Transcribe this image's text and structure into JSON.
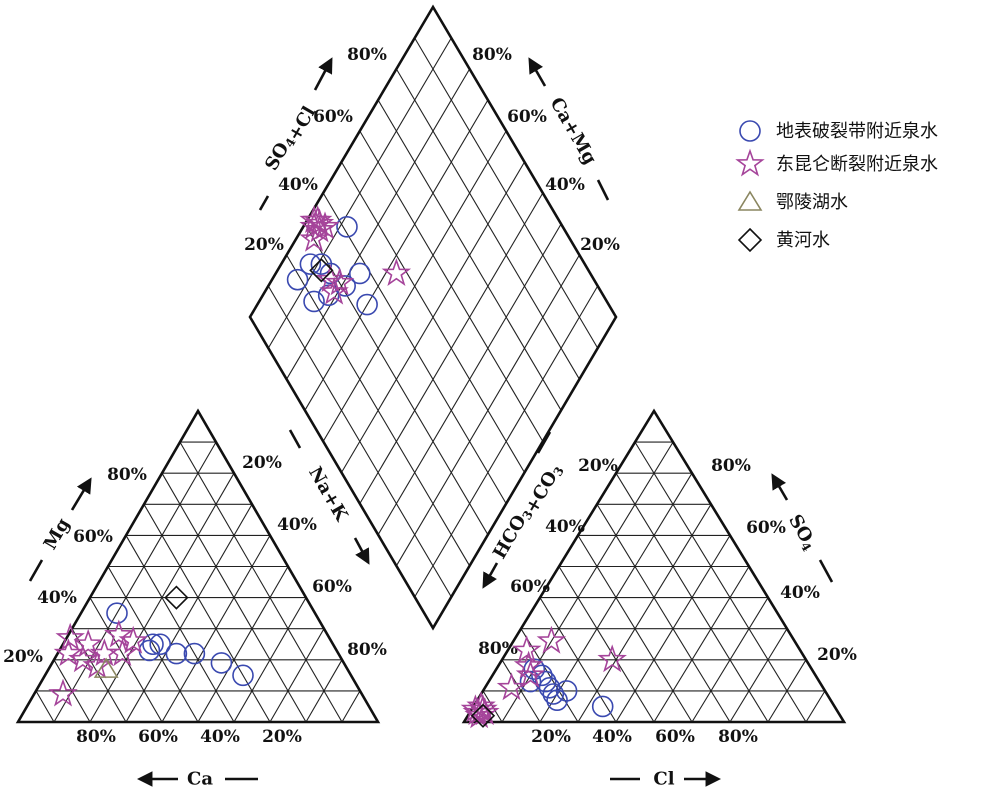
{
  "chart_data": {
    "type": "scatter",
    "subtype": "piper-trilinear",
    "legend": {
      "placement": "top-right",
      "entries": [
        {
          "key": "surface",
          "label": "地表破裂带附近泉水",
          "marker": "circle",
          "color": "#3a49b0"
        },
        {
          "key": "kunlun",
          "label": "东昆仑断裂附近泉水",
          "marker": "star",
          "color": "#a5449a"
        },
        {
          "key": "lake",
          "label": "鄂陵湖水",
          "marker": "triangle",
          "color": "#8a8660"
        },
        {
          "key": "river",
          "label": "黄河水",
          "marker": "diamond",
          "color": "#111111"
        }
      ]
    },
    "cation_triangle": {
      "bottom_axis": {
        "label": "Ca",
        "arrow": "left",
        "ticks": [
          "80%",
          "60%",
          "40%",
          "20%"
        ]
      },
      "left_axis": {
        "label": "Mg",
        "arrow": "up",
        "ticks": [
          "20%",
          "40%",
          "60%",
          "80%"
        ]
      },
      "right_axis": {
        "label": "Na+K",
        "arrow": "down",
        "ticks": [
          "20%",
          "40%",
          "60%",
          "80%"
        ]
      }
    },
    "anion_triangle": {
      "bottom_axis": {
        "label": "Cl",
        "arrow": "right",
        "ticks": [
          "20%",
          "40%",
          "60%",
          "80%"
        ]
      },
      "left_axis": {
        "label": "HCO3+CO3",
        "label_parts": [
          {
            "t": "HCO"
          },
          {
            "t": "3",
            "sub": true
          },
          {
            "t": "+CO"
          },
          {
            "t": "3",
            "sub": true
          }
        ],
        "arrow": "down",
        "ticks": [
          "20%",
          "40%",
          "60%",
          "80%"
        ]
      },
      "right_axis": {
        "label": "SO4",
        "label_parts": [
          {
            "t": "SO"
          },
          {
            "t": "4",
            "sub": true
          }
        ],
        "arrow": "up",
        "ticks": [
          "80%",
          "60%",
          "40%",
          "20%"
        ]
      }
    },
    "diamond": {
      "left_axis": {
        "label": "SO4+Cl",
        "label_parts": [
          {
            "t": "SO"
          },
          {
            "t": "4",
            "sub": true
          },
          {
            "t": "+Cl"
          }
        ],
        "arrow": "up",
        "ticks": [
          "20%",
          "40%",
          "60%",
          "80%"
        ]
      },
      "right_axis": {
        "label": "Ca+Mg",
        "arrow": "up",
        "ticks": [
          "20%",
          "40%",
          "60%",
          "80%"
        ]
      }
    },
    "series": [
      {
        "key": "surface",
        "cations": [
          [
            55,
            35
          ],
          [
            50,
            25
          ],
          [
            52,
            23
          ],
          [
            48,
            25
          ],
          [
            45,
            22
          ],
          [
            40,
            22
          ],
          [
            34,
            19
          ],
          [
            30,
            15
          ]
        ],
        "anions": [
          [
            10,
            17
          ],
          [
            13,
            15
          ],
          [
            15,
            13
          ],
          [
            17,
            11
          ],
          [
            19,
            9
          ],
          [
            21,
            7
          ],
          [
            22,
            10
          ],
          [
            11,
            13
          ],
          [
            34,
            5
          ]
        ],
        "diamond": [
          [
            75,
            82
          ],
          [
            80,
            85
          ],
          [
            75,
            92
          ],
          [
            81,
            93
          ],
          [
            72,
            89
          ],
          [
            71,
            85
          ],
          [
            69,
            79
          ],
          [
            66,
            70
          ],
          [
            63,
            77
          ],
          [
            59,
            88
          ]
        ]
      },
      {
        "key": "kunlun",
        "cations": [
          [
            72,
            27
          ],
          [
            68,
            25
          ],
          [
            75,
            22
          ],
          [
            72,
            20
          ],
          [
            69,
            18
          ],
          [
            65,
            22
          ],
          [
            60,
            22
          ],
          [
            58,
            28
          ],
          [
            55,
            26
          ],
          [
            83,
            9
          ]
        ],
        "anions": [
          [
            2,
            3
          ],
          [
            3,
            2
          ],
          [
            1,
            4
          ],
          [
            2,
            5
          ],
          [
            4,
            3
          ],
          [
            3,
            4
          ],
          [
            5,
            23
          ],
          [
            8,
            18
          ],
          [
            10,
            26
          ],
          [
            10,
            15
          ],
          [
            7,
            11
          ],
          [
            29,
            20
          ]
        ],
        "diamond": [
          [
            67,
            95
          ],
          [
            66,
            96
          ],
          [
            68,
            97
          ],
          [
            67,
            98
          ],
          [
            65,
            94
          ],
          [
            66,
            97
          ],
          [
            70,
            95
          ],
          [
            72,
            84
          ],
          [
            70,
            81
          ],
          [
            73,
            81
          ],
          [
            53,
            67
          ]
        ]
      },
      {
        "key": "lake",
        "cations": [
          [
            67,
            17
          ]
        ],
        "anions": [],
        "diamond": []
      },
      {
        "key": "river",
        "cations": [
          [
            36,
            40
          ]
        ],
        "anions": [
          [
            4,
            2
          ]
        ],
        "diamond": [
          [
            73,
            88
          ]
        ]
      }
    ]
  }
}
